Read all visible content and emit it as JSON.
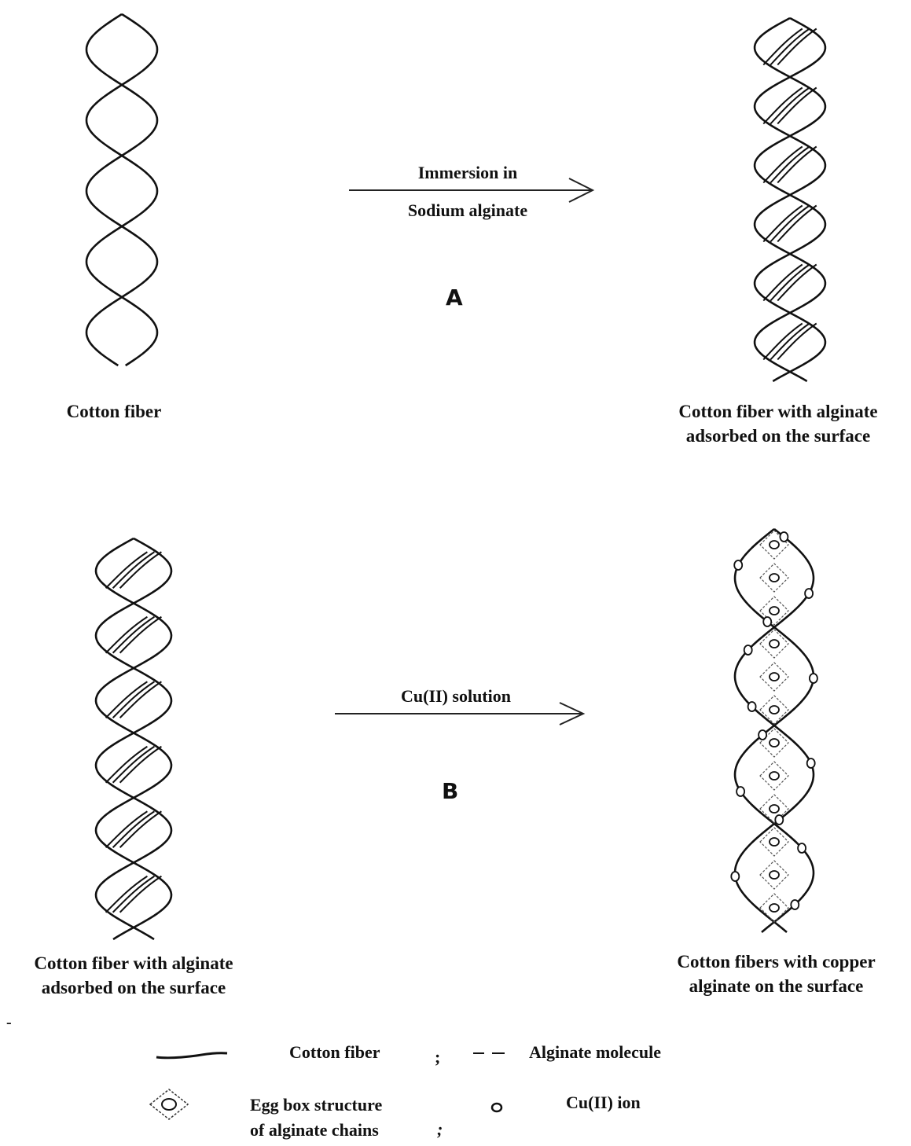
{
  "panel_a": {
    "label": "A",
    "arrow_text_line1": "Immersion in",
    "arrow_text_line2": "Sodium alginate",
    "left_caption": "Cotton fiber",
    "right_caption_line1": "Cotton fiber with alginate",
    "right_caption_line2": "adsorbed on the surface"
  },
  "panel_b": {
    "label": "B",
    "arrow_text": "Cu(II) solution",
    "left_caption_line1": "Cotton fiber with alginate",
    "left_caption_line2": "adsorbed on  the surface",
    "right_caption_line1": "Cotton fibers with copper",
    "right_caption_line2": "alginate on the surface"
  },
  "legend": {
    "cotton_fiber": "Cotton fiber",
    "separator1": ";",
    "alginate_molecule": "Alginate molecule",
    "egg_box_line1": "Egg box structure",
    "egg_box_line2": "of alginate chains",
    "separator2": ";",
    "cu_ion": "Cu(II) ion",
    "stray_mark": "-"
  }
}
